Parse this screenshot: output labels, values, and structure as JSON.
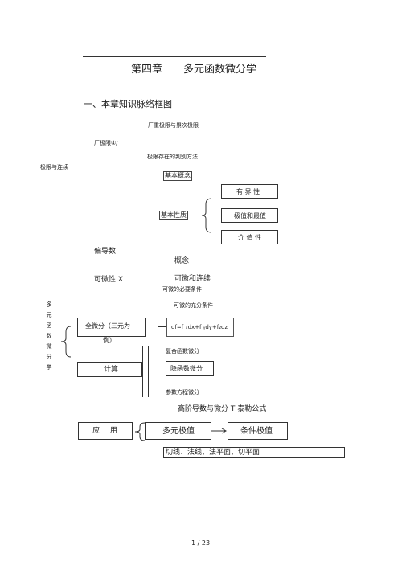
{
  "chapter": {
    "number": "第四章",
    "title": "多元函数微分学"
  },
  "section_heading": "一、本章知识脉络框图",
  "nodes": {
    "limit_multi": "厂重极限与累次极限",
    "limit_main": "厂极限④/",
    "limit_exist": "极限存在的判别方法",
    "limit_continuity": "极限与连续",
    "basic_concept": "基本概念",
    "basic_property": "基本性质",
    "bounded": "有 界 性",
    "extreme_max": "极值和最值",
    "intermediate": "介 值 性",
    "partial_derivative": "偏导数",
    "concept": "概念",
    "differentiability": "可微性 X",
    "diff_and_cont": "可微和连续",
    "diff_necessary": "可微的必要条件",
    "diff_sufficient": "可微的充分条件",
    "total_diff": "全微分（三元为",
    "total_diff_cont": "例）",
    "formula": "df=f ₓdx+f ᵧdy+f₂dz",
    "compute": "计算",
    "composite": "复合函数微分",
    "implicit": "隐函数微分",
    "parametric": "参数方程微分",
    "higher_order": "高阶导数与微分  T  泰勒公式",
    "application": "应  用",
    "multi_extreme": "多元极值",
    "conditional_extreme": "条件极值",
    "geometry": "切线、法线、法平面、切平面"
  },
  "side_label": [
    "多",
    "元",
    "函",
    "数",
    "微",
    "分",
    "学"
  ],
  "footer": {
    "page": "1 / 23"
  }
}
